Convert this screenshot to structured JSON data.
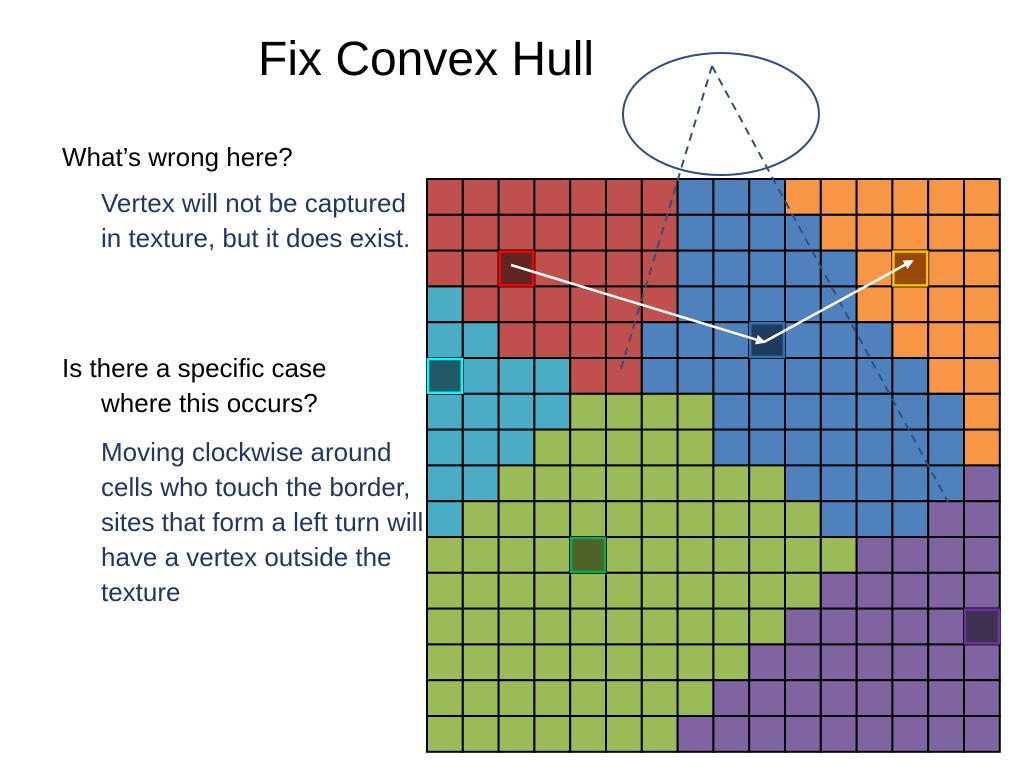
{
  "slide": {
    "title": "Fix Convex Hull",
    "question1": "What’s wrong here?",
    "answer1": "Vertex will not be captured in texture, but it does exist.",
    "question2_line1": "Is there a specific case",
    "question2_line2": "where this occurs?",
    "answer2": "Moving clockwise around cells who touch the border, sites that form a left turn will have a vertex outside the texture"
  },
  "colors": {
    "R": "#C0504D",
    "B": "#4F81BD",
    "O": "#F79646",
    "C": "#4BACC6",
    "G": "#9BBB59",
    "P": "#8064A2",
    "answer_text": "#1F3864",
    "outline": "#2F4F7F",
    "arrow": "#FFFFFF"
  },
  "grid": {
    "rows": [
      "RRRRRRRBBBOOOOOO",
      "RRRRRRRBBBBOOOOO",
      "RRRRRRRBBBBBOOOO",
      "CRRRRRRBBBBBOOOO",
      "CCRRRRBBBBBBBOOO",
      "CCCCRRBBBBBBBBOO",
      "CCCCGGGGBBBBBBBO",
      "CCCGGGGGBBBBBBBO",
      "CCGGGGGGGGBBBBBP",
      "CGGGGGGGGGGBBBPP",
      "GGGGGGGGGGGGPPPP",
      "GGGGGGGGGGGPPPPP",
      "GGGGGGGGGGPPPPPP",
      "GGGGGGGGGPPPPPPP",
      "GGGGGGGGPPPPPPPP",
      "GGGGGGGPPPPPPPPP"
    ],
    "sites": [
      {
        "row": 2,
        "col": 2,
        "fill": "#632523",
        "border": "#FF0000",
        "name": "red-site"
      },
      {
        "row": 4,
        "col": 9,
        "fill": "#1F3C5C",
        "border": "#2E75B6",
        "name": "blue-site"
      },
      {
        "row": 2,
        "col": 13,
        "fill": "#984807",
        "border": "#FFC000",
        "name": "orange-site"
      },
      {
        "row": 5,
        "col": 0,
        "fill": "#215968",
        "border": "#00FFFF",
        "name": "cyan-site"
      },
      {
        "row": 10,
        "col": 4,
        "fill": "#4F6228",
        "border": "#00B050",
        "name": "green-site"
      },
      {
        "row": 12,
        "col": 15,
        "fill": "#3F3151",
        "border": "#7030A0",
        "name": "purple-site"
      }
    ]
  }
}
